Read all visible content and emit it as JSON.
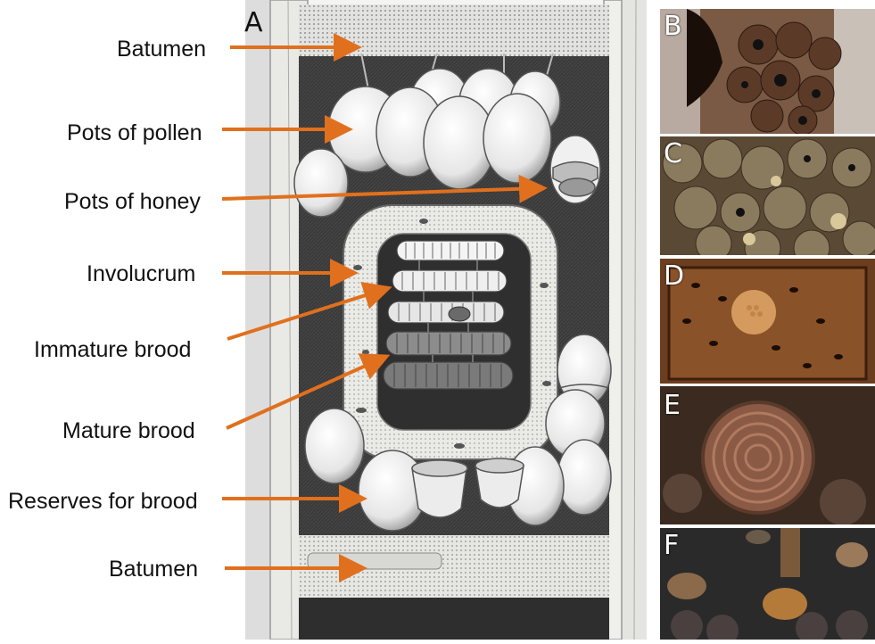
{
  "labels": {
    "batumen_top": "Batumen",
    "pots_of_pollen": "Pots of pollen",
    "pots_of_honey": "Pots of honey",
    "involucrum": "Involucrum",
    "immature_brood": "Immature brood",
    "mature_brood": "Mature brood",
    "reserves_for_brood": "Reserves for brood",
    "batumen_bottom": "Batumen"
  },
  "panels": {
    "a": "A",
    "b": "B",
    "c": "C",
    "d": "D",
    "e": "E",
    "f": "F"
  },
  "colors": {
    "arrow": "#e0701d",
    "sketch_dark": "#3a3a3a",
    "cell_fill": "#eeeeee"
  }
}
